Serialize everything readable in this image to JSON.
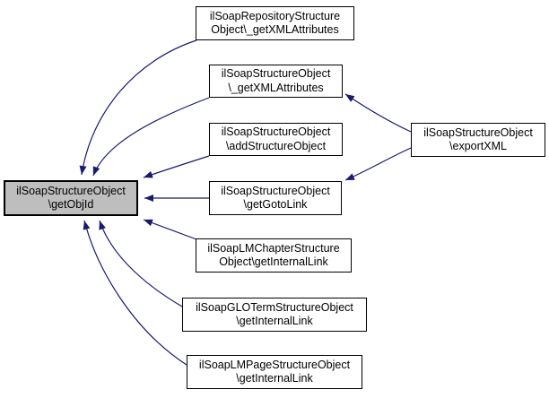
{
  "colors": {
    "edge": "#191970",
    "node_fill": "#ffffff",
    "node_border": "#000000",
    "highlight_fill": "#bebebe",
    "text": "#000000",
    "background": "#ffffff"
  },
  "nodes": [
    {
      "id": "repository-getxmlattributes",
      "lines": [
        "ilSoapRepositoryStructure",
        "Object\\_getXMLAttributes"
      ],
      "highlighted": false
    },
    {
      "id": "structure-getxmlattributes",
      "lines": [
        "ilSoapStructureObject",
        "\\_getXMLAttributes"
      ],
      "highlighted": false
    },
    {
      "id": "structure-addstructureobject",
      "lines": [
        "ilSoapStructureObject",
        "\\addStructureObject"
      ],
      "highlighted": false
    },
    {
      "id": "structure-getgotolink",
      "lines": [
        "ilSoapStructureObject",
        "\\getGotoLink"
      ],
      "highlighted": false
    },
    {
      "id": "lmchapter-getinternallink",
      "lines": [
        "ilSoapLMChapterStructure",
        "Object\\getInternalLink"
      ],
      "highlighted": false
    },
    {
      "id": "gloterm-getinternallink",
      "lines": [
        "ilSoapGLOTermStructureObject",
        "\\getInternalLink"
      ],
      "highlighted": false
    },
    {
      "id": "lmpage-getinternallink",
      "lines": [
        "ilSoapLMPageStructureObject",
        "\\getInternalLink"
      ],
      "highlighted": false
    },
    {
      "id": "structure-getobjid",
      "lines": [
        "ilSoapStructureObject",
        "\\getObjId"
      ],
      "highlighted": true
    },
    {
      "id": "structure-exportxml",
      "lines": [
        "ilSoapStructureObject",
        "\\exportXML"
      ],
      "highlighted": false
    }
  ],
  "edges": [
    {
      "from": "ilSoapRepositoryStructureObject\\_getXMLAttributes",
      "to": "ilSoapStructureObject\\getObjId"
    },
    {
      "from": "ilSoapStructureObject\\_getXMLAttributes",
      "to": "ilSoapStructureObject\\getObjId"
    },
    {
      "from": "ilSoapStructureObject\\addStructureObject",
      "to": "ilSoapStructureObject\\getObjId"
    },
    {
      "from": "ilSoapStructureObject\\getGotoLink",
      "to": "ilSoapStructureObject\\getObjId"
    },
    {
      "from": "ilSoapLMChapterStructureObject\\getInternalLink",
      "to": "ilSoapStructureObject\\getObjId"
    },
    {
      "from": "ilSoapGLOTermStructureObject\\getInternalLink",
      "to": "ilSoapStructureObject\\getObjId"
    },
    {
      "from": "ilSoapLMPageStructureObject\\getInternalLink",
      "to": "ilSoapStructureObject\\getObjId"
    },
    {
      "from": "ilSoapStructureObject\\exportXML",
      "to": "ilSoapStructureObject\\_getXMLAttributes"
    },
    {
      "from": "ilSoapStructureObject\\exportXML",
      "to": "ilSoapStructureObject\\getGotoLink"
    }
  ]
}
